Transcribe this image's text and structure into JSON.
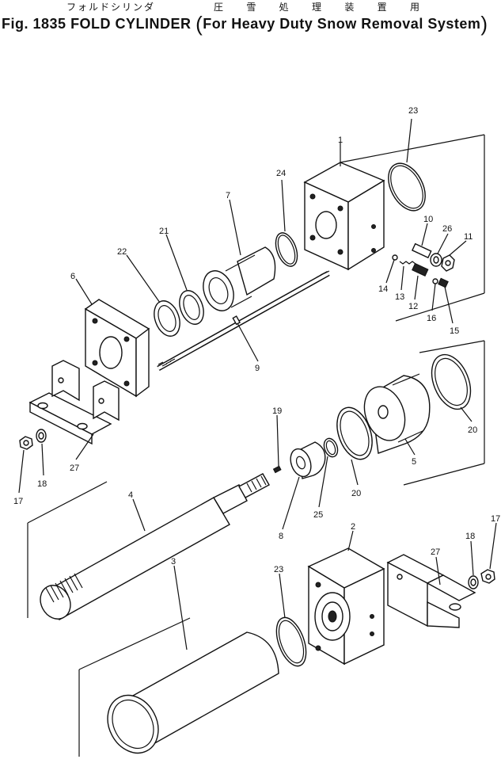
{
  "header": {
    "kana": "フォルドシリンダ",
    "kana_sub": "圧 雪 処 理 装 置 用",
    "fig_number": "Fig. 1835",
    "title": "FOLD CYLINDER",
    "subtitle": "For Heavy Duty Snow Removal System"
  },
  "callouts": {
    "c1": "1",
    "c2": "2",
    "c3": "3",
    "c4": "4",
    "c5": "5",
    "c6": "6",
    "c7": "7",
    "c8": "8",
    "c9": "9",
    "c10": "10",
    "c11": "11",
    "c12": "12",
    "c13": "13",
    "c14": "14",
    "c15": "15",
    "c16": "16",
    "c17a": "17",
    "c17b": "17",
    "c18a": "18",
    "c18b": "18",
    "c19": "19",
    "c20a": "20",
    "c20b": "20",
    "c21": "21",
    "c22": "22",
    "c23a": "23",
    "c23b": "23",
    "c24": "24",
    "c25": "25",
    "c26": "26",
    "c27a": "27",
    "c27b": "27"
  }
}
